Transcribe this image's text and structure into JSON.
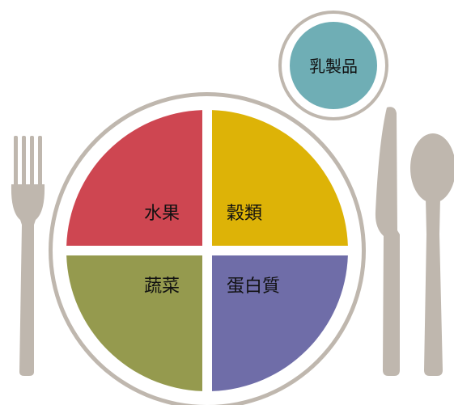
{
  "plate": {
    "quadrants": [
      {
        "id": "fruits",
        "label": "水果",
        "color": "#CE4651"
      },
      {
        "id": "grains",
        "label": "穀類",
        "color": "#DDB307"
      },
      {
        "id": "vegetables",
        "label": "蔬菜",
        "color": "#959A4E"
      },
      {
        "id": "protein",
        "label": "蛋白質",
        "color": "#6F6DA8"
      }
    ],
    "rim_color": "#BFB7AE"
  },
  "dairy": {
    "label": "乳製品",
    "color": "#6FAEB5"
  },
  "utensils": {
    "color": "#BFB7AE",
    "icons": [
      "fork-icon",
      "knife-icon",
      "spoon-icon"
    ]
  }
}
